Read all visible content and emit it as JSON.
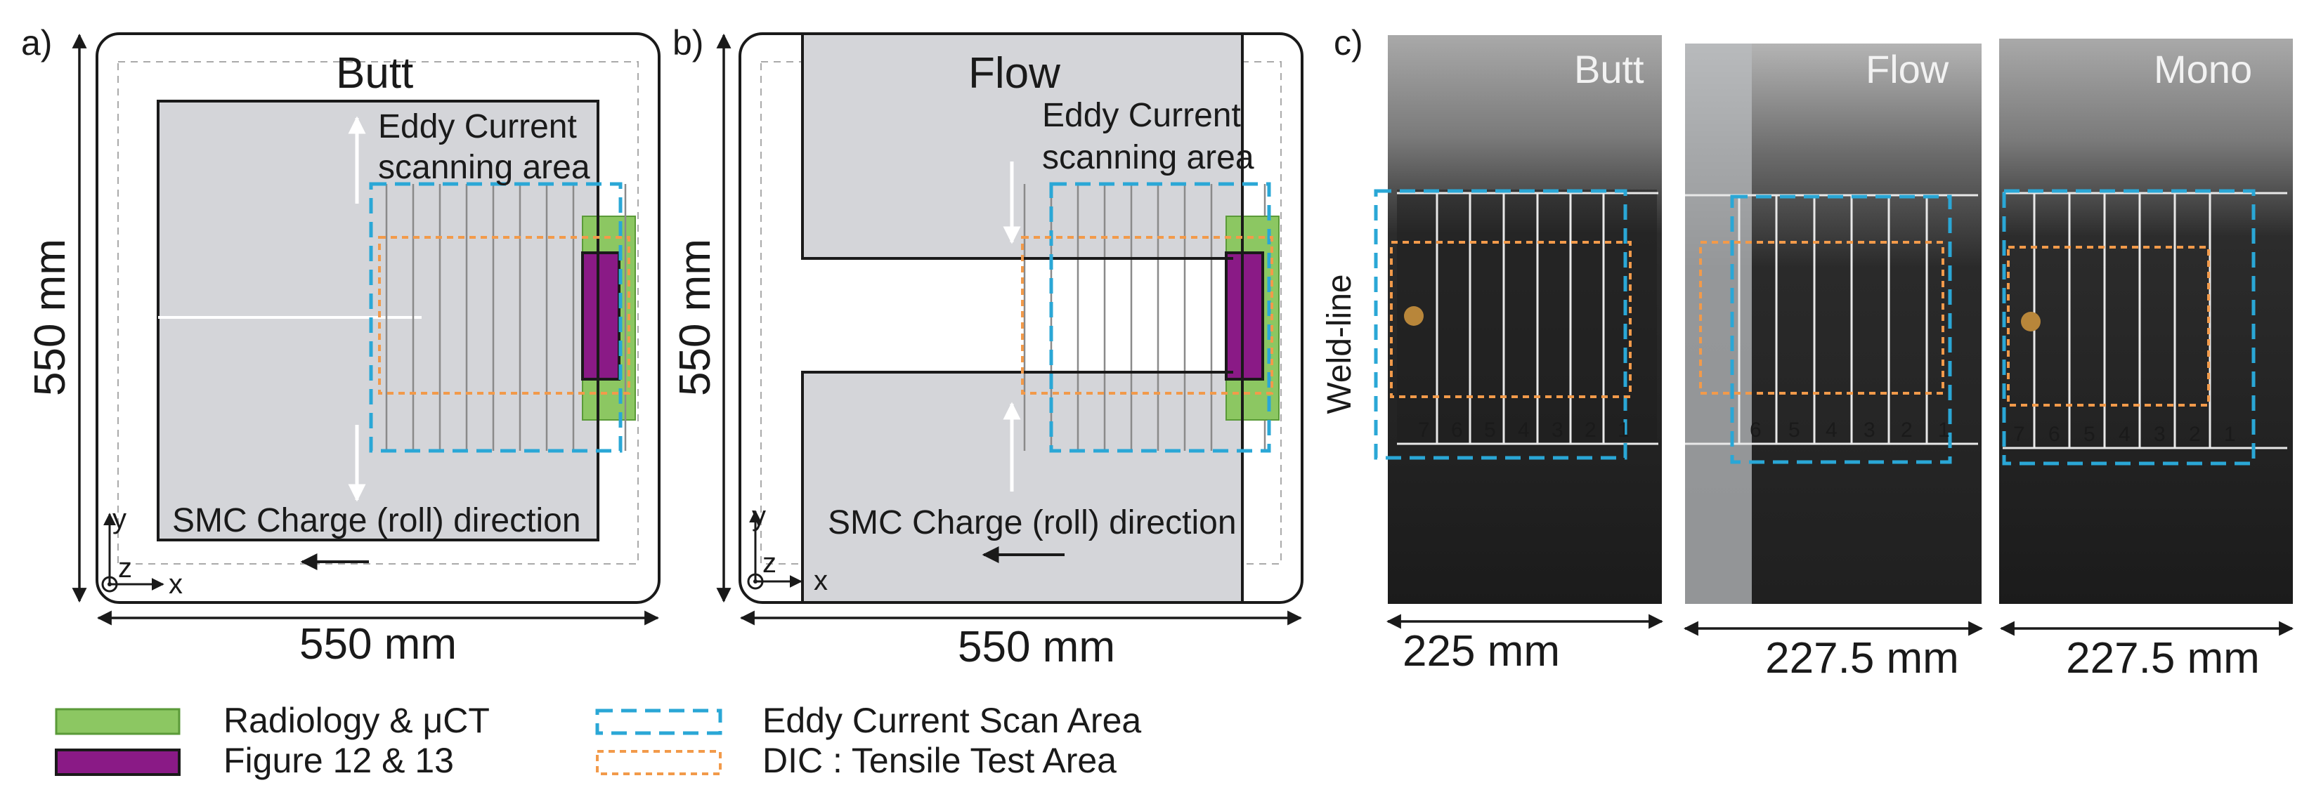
{
  "panels": {
    "a": {
      "letter": "a)",
      "title": "Butt",
      "eddy_label_line1": "Eddy Current",
      "eddy_label_line2": "scanning area",
      "charge_label": "SMC Charge (roll) direction",
      "dim_vertical": "550 mm",
      "dim_horizontal": "550 mm",
      "axis_y": "y",
      "axis_z": "z",
      "axis_x": "x"
    },
    "b": {
      "letter": "b)",
      "title": "Flow",
      "eddy_label_line1": "Eddy Current",
      "eddy_label_line2": "scanning area",
      "charge_label": "SMC Charge (roll) direction",
      "dim_vertical": "550 mm",
      "dim_horizontal": "550 mm",
      "axis_y": "y",
      "axis_z": "z",
      "axis_x": "x"
    },
    "c": {
      "letter": "c)",
      "weld_line": "Weld-line",
      "photos": [
        {
          "label": "Butt",
          "dimension": "225 mm",
          "strip_numbers": [
            "7",
            "6",
            "5",
            "4",
            "3",
            "2",
            "1"
          ]
        },
        {
          "label": "Flow",
          "dimension": "227.5 mm",
          "strip_numbers": [
            "6",
            "5",
            "4",
            "3",
            "2",
            "1"
          ]
        },
        {
          "label": "Mono",
          "dimension": "227.5 mm",
          "strip_numbers": [
            "7",
            "6",
            "5",
            "4",
            "3",
            "2",
            "1"
          ]
        }
      ]
    }
  },
  "legend": {
    "radiology": "Radiology & μCT",
    "figure": "Figure 12 & 13",
    "eddy": "Eddy Current Scan Area",
    "dic": "DIC : Tensile Test Area"
  },
  "colors": {
    "plate_gray": "#d4d5d9",
    "green": "#8cc762",
    "purple": "#8a1a86",
    "eddy_blue": "#2aa7d6",
    "dic_orange": "#f29a4a",
    "outline": "#1a1a1a"
  }
}
